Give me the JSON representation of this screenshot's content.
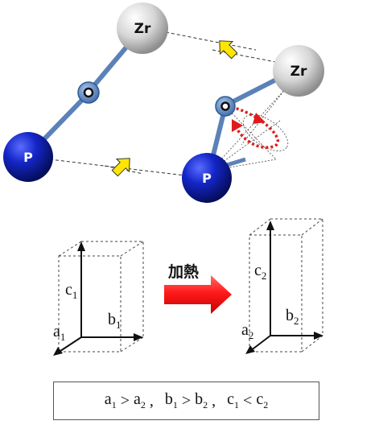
{
  "atoms": {
    "zr": "Zr",
    "p": "P"
  },
  "heating": {
    "label": "加熱"
  },
  "before": {
    "a": "a",
    "a_sub": "1",
    "b": "b",
    "b_sub": "1",
    "c": "c",
    "c_sub": "1"
  },
  "after": {
    "a": "a",
    "a_sub": "2",
    "b": "b",
    "b_sub": "2",
    "c": "c",
    "c_sub": "2"
  },
  "relation": {
    "t1": "a",
    "s1": "1",
    "op1": " > ",
    "t2": "a",
    "s2": "2",
    "sep1": " ,",
    "t3": "b",
    "s3": "1",
    "op2": " > ",
    "t4": "b",
    "s4": "2",
    "sep2": " ,",
    "t5": "c",
    "s5": "1",
    "op3": " < ",
    "t6": "c",
    "s6": "2"
  },
  "colors": {
    "bond": "#5b82b8",
    "phosphorus": "#0b1fa8",
    "zirconium": "#c9c9c9",
    "arrow_red": "#e11b1b",
    "arrow_yellow": "#ffe600"
  }
}
